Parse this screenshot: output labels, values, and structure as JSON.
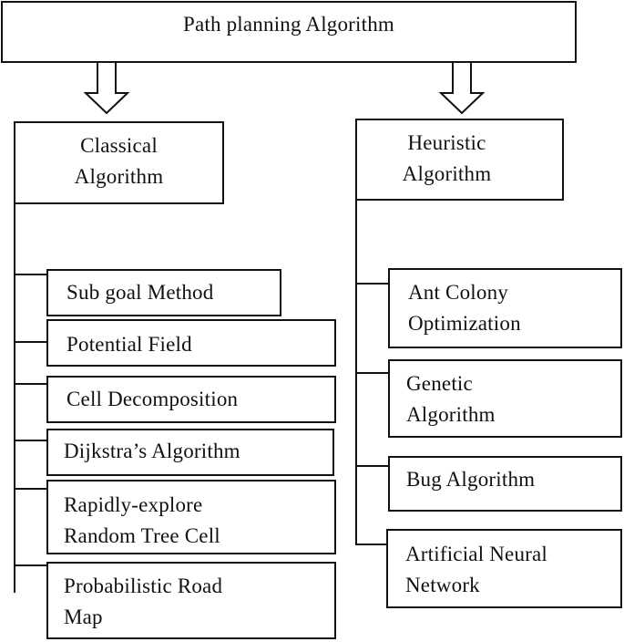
{
  "title": "Path planning Algorithm",
  "classical": {
    "label": "Classical\nAlgorithm",
    "items": [
      "Sub goal Method",
      "Potential Field",
      "Cell Decomposition",
      "Dijkstra’s Algorithm",
      "Rapidly-explore\nRandom Tree Cell",
      "Probabilistic Road\nMap"
    ]
  },
  "heuristic": {
    "label": "Heuristic\nAlgorithm",
    "items": [
      "Ant Colony\nOptimization",
      "Genetic\nAlgorithm",
      "Bug Algorithm",
      "Artificial Neural\nNetwork"
    ]
  }
}
